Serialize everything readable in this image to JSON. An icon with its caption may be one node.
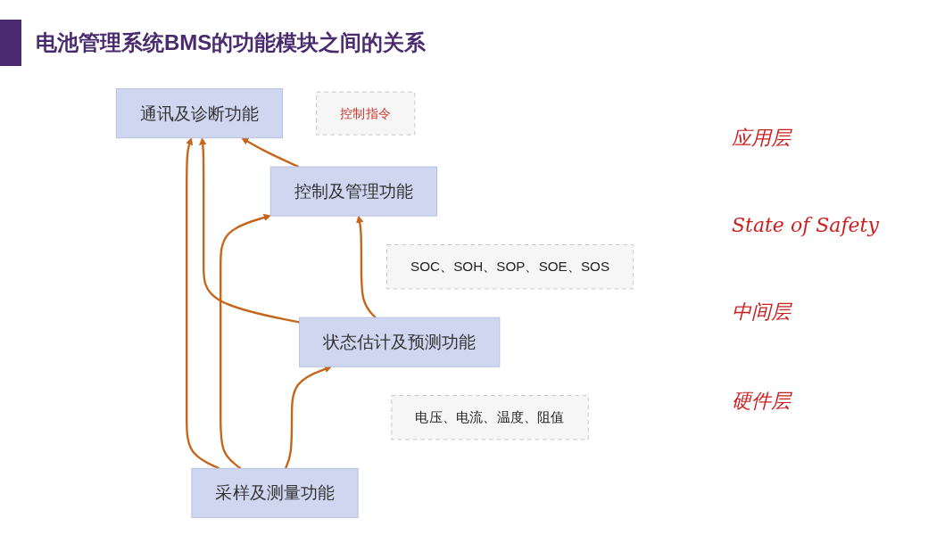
{
  "diagram": {
    "title": "电池管理系统BMS的功能模块之间的关系",
    "nodes": [
      {
        "text": [
          "通讯及诊断功能"
        ]
      },
      {
        "text": [
          "控制及管理功能"
        ]
      },
      {
        "text": [
          "控制指令"
        ]
      },
      {
        "text": [
          "SOC、SOH、SOP、SOE、SOS"
        ]
      },
      {
        "text": [
          "状态估计及预测功能"
        ]
      },
      {
        "text": [
          "电压、电流、温度、阻值"
        ]
      },
      {
        "text": [
          "采样及测量功能"
        ]
      }
    ],
    "edges": [
      {
        "from": 6,
        "to": 0,
        "arrow": "to"
      },
      {
        "from": 6,
        "to": 4,
        "arrow": "to"
      },
      {
        "from": 6,
        "to": 1,
        "arrow": "to"
      },
      {
        "from": 4,
        "to": 0,
        "arrow": "to"
      },
      {
        "from": 4,
        "to": 1,
        "arrow": "to"
      },
      {
        "from": 1,
        "to": 0,
        "arrow": "to"
      }
    ],
    "labels": [
      "应用层",
      "State of Safety",
      "中间层",
      "硬件层"
    ]
  }
}
